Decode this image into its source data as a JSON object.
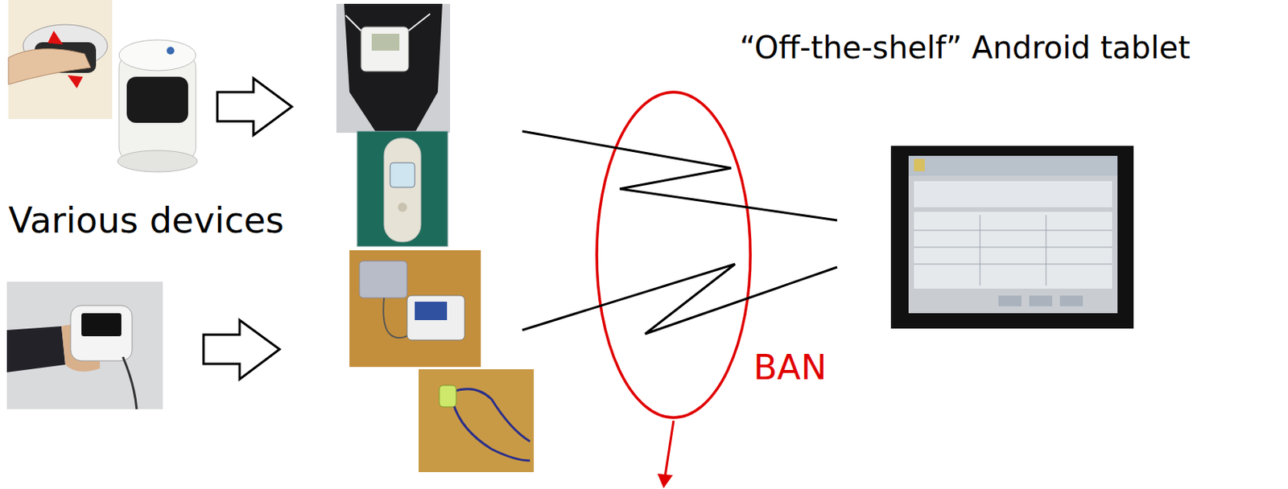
{
  "diagram": {
    "nodes": [
      {
        "text": [
          "Various devices"
        ]
      },
      {
        "text": [
          "BAN"
        ]
      },
      {
        "text": [
          "“Off-the-shelf” Android tablet"
        ]
      }
    ],
    "edges": [
      {
        "from": 0,
        "to": 2,
        "arrow": "none"
      },
      {
        "from": 0,
        "to": 2,
        "arrow": "none"
      }
    ]
  }
}
